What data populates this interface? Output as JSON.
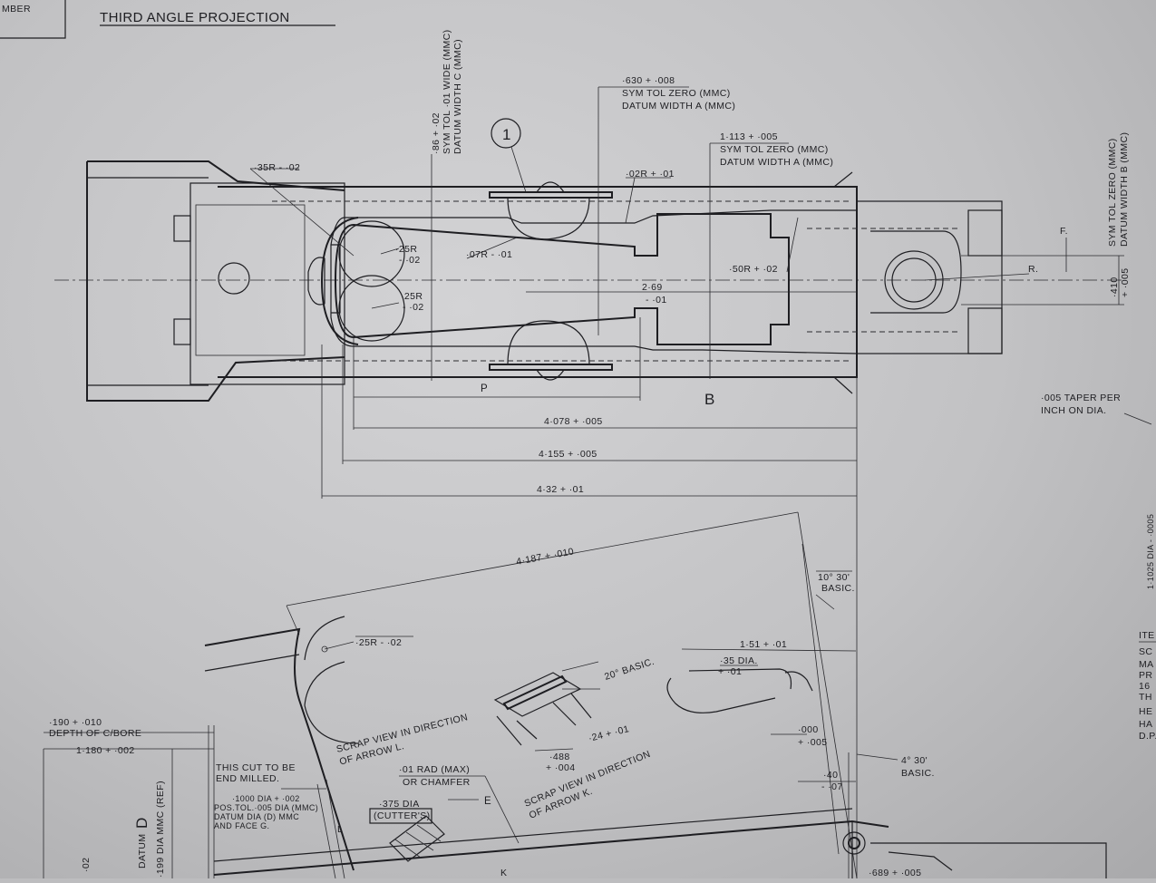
{
  "title_block": {
    "number_label": "MBER",
    "projection": "THIRD ANGLE PROJECTION"
  },
  "item_balloon": "1",
  "top_notes": {
    "width_c": [
      "·86 + ·02",
      "SYM TOL ·01 WIDE (MMC)",
      "DATUM WIDTH C (MMC)"
    ],
    "width_630": [
      "·630 + ·008",
      "SYM TOL ZERO (MMC)",
      "DATUM WIDTH A (MMC)"
    ],
    "width_1113": [
      "1·113 + ·005",
      "SYM TOL ZERO (MMC)",
      "DATUM WIDTH A (MMC)"
    ],
    "width_b": [
      "SYM TOL ZERO (MMC)",
      "DATUM WIDTH B (MMC)"
    ]
  },
  "plan_view": {
    "r35": "·35R - ·02",
    "r02": "·02R + ·01",
    "r25_top": "·25R",
    "r25_top_tol": "- ·02",
    "r07": "·07R - ·01",
    "r25_bot": "·25R",
    "r25_bot_tol": "- ·02",
    "r50": "·50R + ·02",
    "dim_269": "2·69",
    "dim_269_tol": "- ·01",
    "label_p": "P",
    "label_b": "B",
    "label_f": "F.",
    "label_r": "R.",
    "dim_410": "·410",
    "dim_410_tol": "+ ·005",
    "taper_note": [
      "·005 TAPER PER",
      "INCH ON DIA."
    ],
    "dim_4078": "4·078 + ·005",
    "dim_4155": "4·155 + ·005",
    "dim_432": "4·32 + ·01"
  },
  "section_view": {
    "dim_4187": "4·187 + ·010",
    "angle_1030": "10° 30'",
    "basic_1": "BASIC.",
    "r25": "·25R - ·02",
    "scrap_l": [
      "SCRAP VIEW IN DIRECTION",
      "OF ARROW L."
    ],
    "angle_20": "20° BASIC.",
    "dim_151": "1·51 + ·01",
    "dia_35": "·35 DIA.",
    "dia_35_tol": "+ ·01",
    "dim_24": "·24 + ·01",
    "dim_488": "·488",
    "dim_488_tol": "+ ·004",
    "scrap_k": [
      "SCRAP VIEW IN DIRECTION",
      "OF ARROW K."
    ],
    "dim_000": "·000",
    "dim_000_tol": "+ ·005",
    "angle_430": "4° 30'",
    "basic_2": "BASIC.",
    "dim_40": "·40",
    "dim_40_tol": "- ·07",
    "cbore": [
      "·190 + ·010",
      "DEPTH OF C/BORE"
    ],
    "dim_1180": "1·180 + ·002",
    "end_mill": [
      "THIS CUT TO BE",
      "END MILLED."
    ],
    "rad_01": [
      "·01 RAD (MAX)",
      "OR CHAMFER"
    ],
    "label_e": "E",
    "pos_tol": [
      "·1000 DIA + ·002",
      "POS.TOL.·005 DIA (MMC)",
      "DATUM DIA (D) MMC",
      "AND FACE G."
    ],
    "cutter": [
      "·375 DIA",
      "(CUTTER'S)"
    ],
    "datum_d": "DATUM",
    "datum_d_letter": "D",
    "datum_d_dia": "·199 DIA MMC (REF)",
    "dim_02_side": "·02",
    "dim_689": "·689 + ·005",
    "label_l": "L",
    "label_k": "K"
  },
  "right_edge": {
    "vertical_dim": "1·1025 DIA - ·0005",
    "items": [
      "ITE",
      "SC",
      "MA",
      "PR",
      "16",
      "TH",
      "HE",
      "HA",
      "D.P."
    ]
  }
}
